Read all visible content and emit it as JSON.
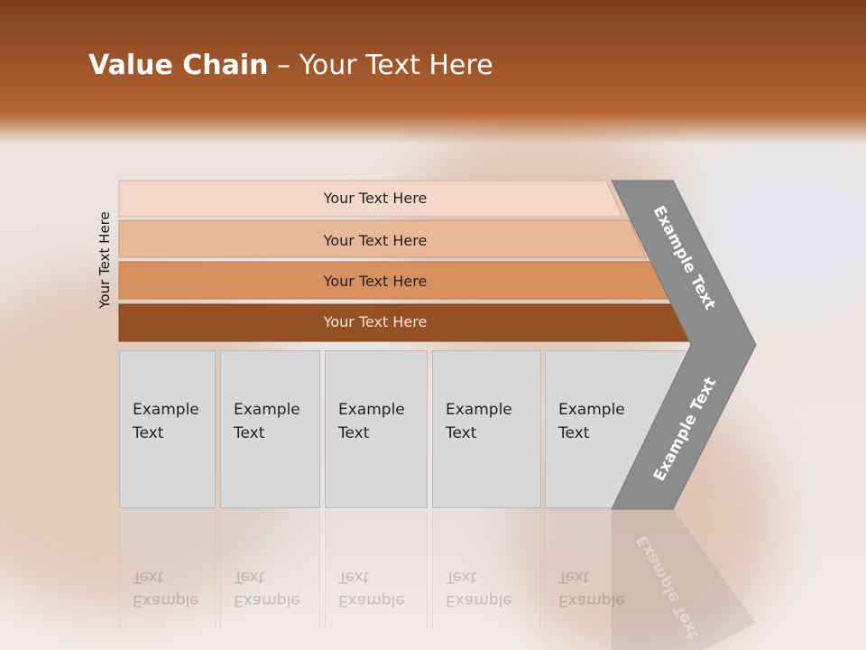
{
  "title": {
    "bold": "Value Chain",
    "rest": " – Your Text Here"
  },
  "side_label": "Your Text Here",
  "rows": [
    {
      "label": "Your Text Here",
      "color": "#f4d8ca"
    },
    {
      "label": "Your Text Here",
      "color": "#e9b898"
    },
    {
      "label": "Your Text Here",
      "color": "#d9905f"
    },
    {
      "label": "Your Text Here",
      "color": "#955025"
    }
  ],
  "boxes": [
    {
      "label": "Example\nText"
    },
    {
      "label": "Example\nText"
    },
    {
      "label": "Example\nText"
    },
    {
      "label": "Example\nText"
    },
    {
      "label": "Example\nText"
    }
  ],
  "chevron": {
    "upper_label": "Example Text",
    "lower_label": "Example Text",
    "color": "#8c8c8c"
  },
  "colors": {
    "header": "#a0552a",
    "box": "#d8d8d8"
  }
}
